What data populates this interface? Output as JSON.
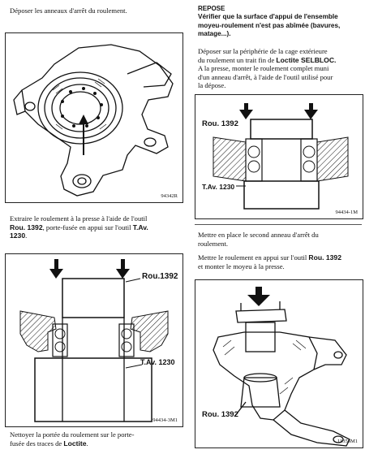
{
  "left": {
    "p1": "Déposer les anneaux d'arrêt du roulement.",
    "fig1_caption": "94342R",
    "p2": {
      "t1": "Extraire le roulement à la presse à l'aide  de l'outil",
      "t2_bold": "Rou. 1392",
      "t2_rest": ", porte-fusée en appui sur l'outil ",
      "t2_bold2": "T.Av.",
      "t3_bold": "1230",
      "t3_rest": "."
    },
    "fig2": {
      "label_top": "Rou.1392",
      "label_bottom": "T.Av. 1230",
      "caption": "94434-3M1"
    },
    "p3": {
      "t1": "Nettoyer la portée du roulement sur le porte-",
      "t2": "fusée des traces de ",
      "t2_bold": "Loctite",
      "t2_end": "."
    }
  },
  "right": {
    "heading": "REPOSE",
    "warn": [
      "Vérifier  que la surface d'appui de l'ensemble",
      "moyeu-roulement n'est pas abîmée (bavures,",
      "matage...)."
    ],
    "p1": {
      "t1": "Déposer  sur la périphérie de  la cage extérieure",
      "t2a": "du roulement un trait fin de ",
      "t2b_bold": "Loctite SELBLOC.",
      "t3": "A la presse, monter le roulement complet muni",
      "t4": "d'un anneau d'arrêt, à l'aide de l'outil utilisé pour",
      "t5": "la dépose."
    },
    "fig3": {
      "label_top": "Rou. 1392",
      "label_bottom": "T.Av. 1230",
      "caption": "94434-1M"
    },
    "p2": [
      "Mettre en place le second anneau d'arrêt du",
      "roulement."
    ],
    "p3": {
      "t1a": "Mettre le roulement en appui sur l'outil ",
      "t1b_bold": "Rou. 1392",
      "t2": "et monter le moyeu à la presse."
    },
    "fig4": {
      "label": "Rou. 1392",
      "caption": "11356M1"
    }
  }
}
